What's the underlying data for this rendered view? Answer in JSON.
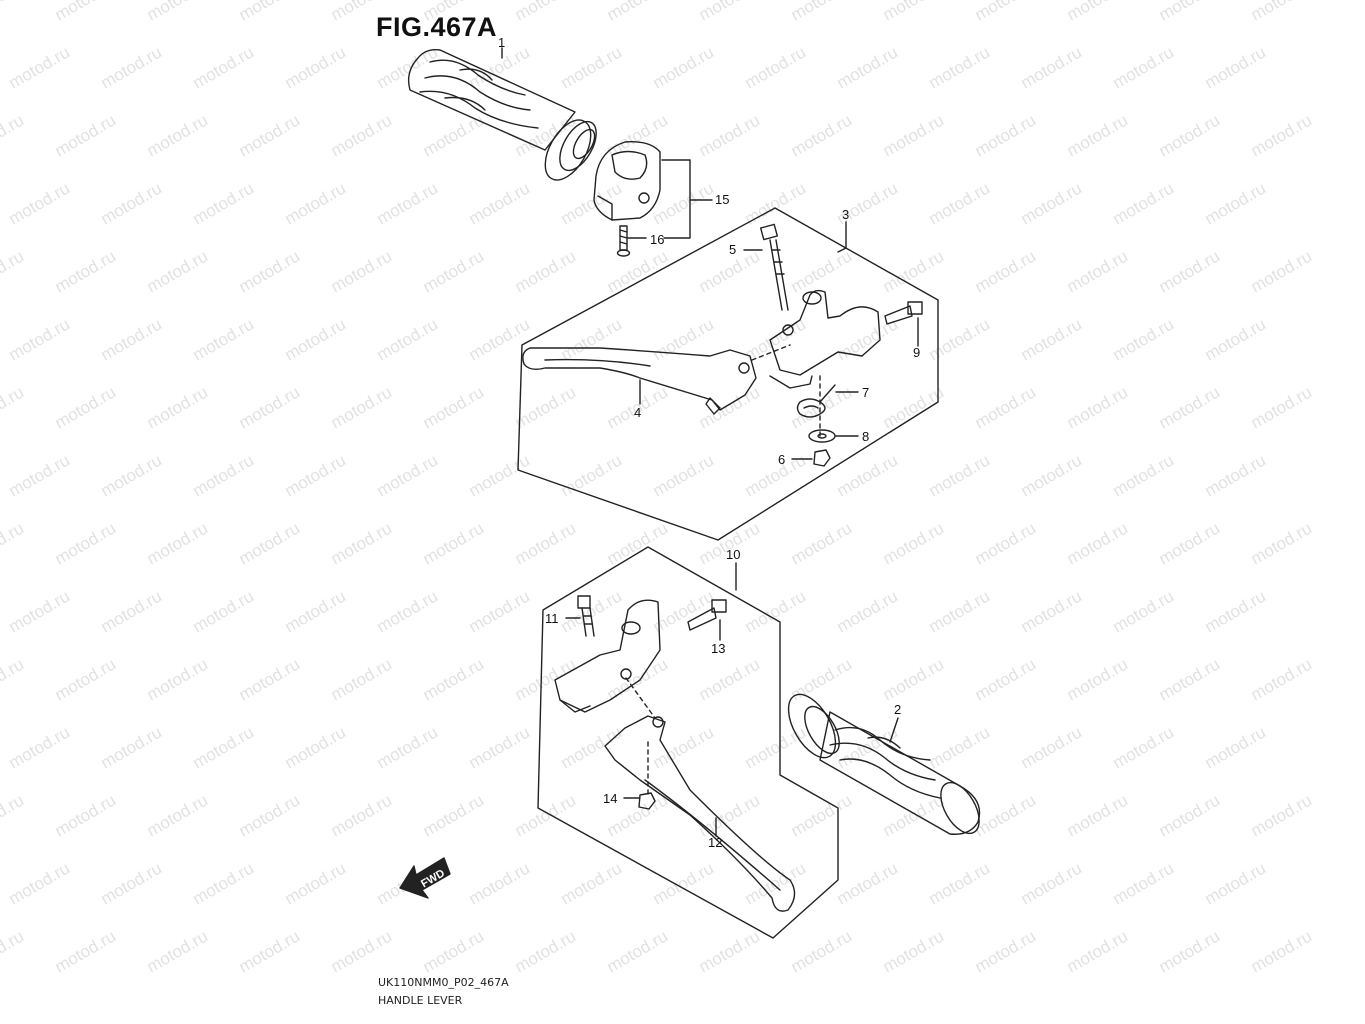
{
  "figure": {
    "title": "FIG.467A",
    "code": "UK110NMM0_P02_467A",
    "name": "HANDLE LEVER"
  },
  "watermark": "motod.ru",
  "fwd_label": "FWD",
  "callouts": [
    "1",
    "2",
    "3",
    "4",
    "5",
    "6",
    "7",
    "8",
    "9",
    "10",
    "11",
    "12",
    "13",
    "14",
    "15",
    "16"
  ]
}
